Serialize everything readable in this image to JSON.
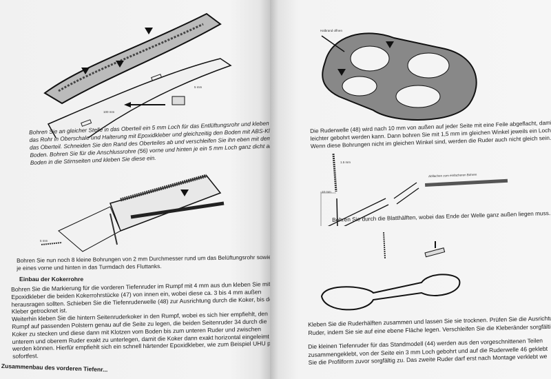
{
  "left_page": {
    "figure1_label": "5 mm",
    "figure1_dim": "100 mm",
    "caption1": [
      "Bohren Sie an gleicher Stelle in das Oberteil ein 5 mm Loch für das Entlüftungsrohr und kleben Sie",
      "das Rohr in Oberschale und Halterung mit Epoxidkleber und gleichzeitig den Boden mit ABS-Kleber in",
      "das Oberteil. Schneiden Sie den Rand des Oberteiles ab und verschleifen Sie ihn eben mit dem",
      "Boden. Bohren Sie für die Anschlussrohre (56) vorne und hinten je ein 5 mm Loch ganz dicht am",
      "Boden in die Stirnseiten und kleben Sie diese ein."
    ],
    "figure2_label": "5 mm",
    "caption2": [
      "Bohren Sie nun noch 8 kleine Bohrungen von 2 mm Durchmesser rund um das Belüftungsrohr sowie",
      "je eines vorne und hinten in das Turmdach des Fluttanks."
    ],
    "heading1": "Einbau der Kokerrohre",
    "paragraph1": [
      "Bohren Sie die Markierung für die vorderen Tiefenruder im Rumpf mit 4 mm aus dun kleben Sie mit",
      "Epoxidkleber die beiden Kokerrohrstücke (47) von innen ein, wobei diese ca. 3 bis 4 mm außen",
      "herausragen sollten. Schieben Sie die Tiefenruderwelle (48) zur Ausrichtung durch die Koker, bis der",
      "Kleber getrocknet ist.",
      "Weiterhin kleben Sie die hintern Seitenruderkoker in den Rumpf, wobei es sich hier empfiehlt, den",
      "Rumpf auf passenden Polstern genau auf die Seite zu legen, die beiden Seitenruder  34 durch die",
      "Koker zu stecken und diese dann mit Klotzen vom Boden bis zum unteren Ruder und zwischen",
      "unterem und oberem Ruder exakt zu unterlegen, damit die Koker dann exakt horizontal eingeleimt",
      "werden können. Hierfür empfiehlt sich ein schnell härtender Epoxidkleber, wie zum Beispiel UHU plus",
      "sofortfest."
    ],
    "heading2": "Zusammenbau des vorderen Tiefenr..."
  },
  "right_page": {
    "figure1_label": "Halbrand offnen",
    "caption1": [
      "Die Ruderwelle (48) wird nach 10 mm von außen auf jeder Seite mit eine Feile abgeflacht, damit dann",
      "leichter gebohrt werden kann. Dann bohren Sie mit 1,5 mm im gleichen Winkel jeweils ein Loch durch.",
      "Wenn diese Bohrungen nicht im gleichen Winkel sind, werden die Ruder auch nicht gleich sein."
    ],
    "figure2_drill_label": "1.5 mm",
    "figure2_dim_label": "10 mm",
    "figure2_flat_label": "Abflachen zum einfacheren Bohren",
    "caption2": "Bohren Sie durch die Blatthälften, wobei das Ende der Welle ganz außen liegen muss.",
    "paragraph1": [
      "Kleben Sie die Ruderhälften zusammen und lassen Sie sie trocknen. Prüfen Sie die Ausrichtu",
      "Ruder, indem Sie sie auf eine ebene Fläche legen. Verschleifen Sie die Kleberänder sorgfälti"
    ],
    "paragraph2": [
      "Die kleinen Tiefenruder für das Standmodell (44) werden aus den vorgeschnittenen Teilen",
      "zusammengeklebt, von der Seite ein 3 mm Loch gebohrt und auf die Ruderwelle 46 geklebt",
      "Sie die Profilform zuvor sorgfältig zu. Das zweite Ruder darf erst nach Montage verklebt we"
    ]
  }
}
